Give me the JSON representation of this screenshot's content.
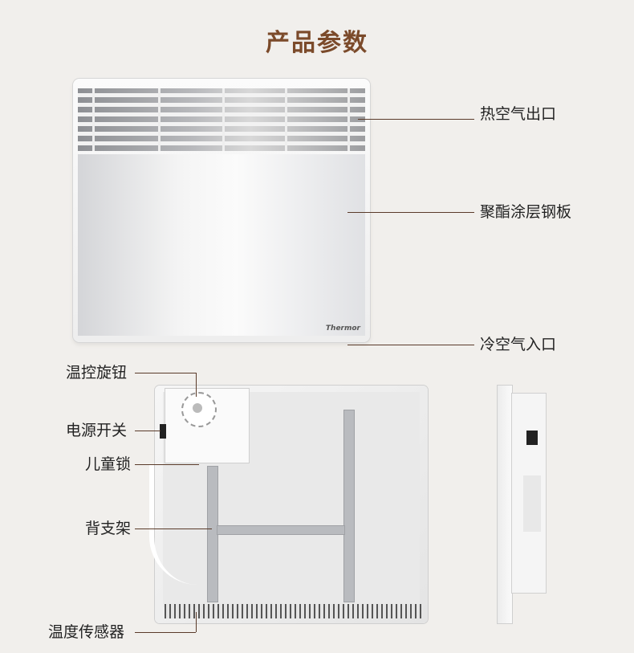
{
  "title": "产品参数",
  "front_labels": {
    "hot_outlet": "热空气出口",
    "panel": "聚酯涂层钢板",
    "cold_inlet": "冷空气入口"
  },
  "back_labels": {
    "knob": "温控旋钮",
    "power_switch": "电源开关",
    "child_lock": "儿童锁",
    "back_bracket": "背支架",
    "temp_sensor": "温度传感器"
  },
  "brand": "Thermor",
  "colors": {
    "title": "#7b4a2a",
    "line": "#5a3b2a",
    "background": "#f1efec"
  }
}
